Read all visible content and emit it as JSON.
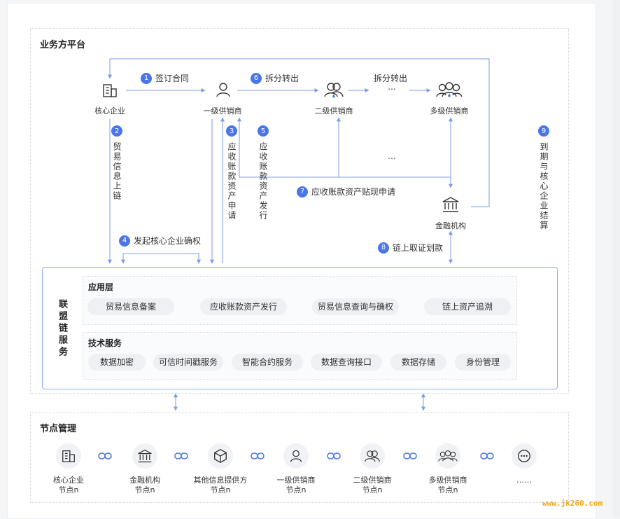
{
  "business": {
    "title": "业务方平台",
    "nodes": {
      "core": "核心企业",
      "tier1": "一级供销商",
      "tier2": "二级供销商",
      "multi": "多级供销商",
      "bank": "金融机构"
    },
    "ellipsis_top": "...",
    "ellipsis_mid": "…",
    "steps": {
      "s1": {
        "num": "1",
        "text": "签订合同"
      },
      "s2": {
        "num": "2",
        "text": "贸易信息上链"
      },
      "s3": {
        "num": "3",
        "text": "应收账款资产申请"
      },
      "s4": {
        "num": "4",
        "text": "发起核心企业确权"
      },
      "s5": {
        "num": "5",
        "text": "应收账款资产发行"
      },
      "s6": {
        "num": "6",
        "text": "拆分转出"
      },
      "s6b": {
        "text": "拆分转出"
      },
      "s7": {
        "num": "7",
        "text": "应收账款资产贴现申请"
      },
      "s8": {
        "num": "8",
        "text": "链上取证划款"
      },
      "s9": {
        "num": "9",
        "text": "到期与核心企业结算"
      }
    }
  },
  "alliance": {
    "label": "联盟链服务",
    "app_layer": {
      "title": "应用层",
      "items": [
        "贸易信息备案",
        "应收账款资产发行",
        "贸易信息查询与确权",
        "链上资产追溯"
      ]
    },
    "tech_layer": {
      "title": "技术服务",
      "items": [
        "数据加密",
        "可信时间戳服务",
        "智能合约服务",
        "数据查询接口",
        "数据存储",
        "身份管理"
      ]
    }
  },
  "node_mgmt": {
    "title": "节点管理",
    "nodes": [
      {
        "line1": "核心企业",
        "line2": "节点n",
        "icon": "building-icon"
      },
      {
        "line1": "金融机构",
        "line2": "节点n",
        "icon": "bank-icon"
      },
      {
        "line1": "其他信息提供方",
        "line2": "节点n",
        "icon": "cube-icon"
      },
      {
        "line1": "一级供销商",
        "line2": "节点n",
        "icon": "person-icon"
      },
      {
        "line1": "二级供销商",
        "line2": "节点n",
        "icon": "two-people-icon"
      },
      {
        "line1": "多级供销商",
        "line2": "节点n",
        "icon": "group-icon"
      }
    ],
    "more": "……",
    "more_icon": "more-icon",
    "link_icon": "link-icon"
  },
  "watermark": "www.jk260.com",
  "colors": {
    "accent": "#4a76e8",
    "line": "#7b9be8",
    "pill_bg": "#eef0f4",
    "watermark": "#f0a51c"
  }
}
